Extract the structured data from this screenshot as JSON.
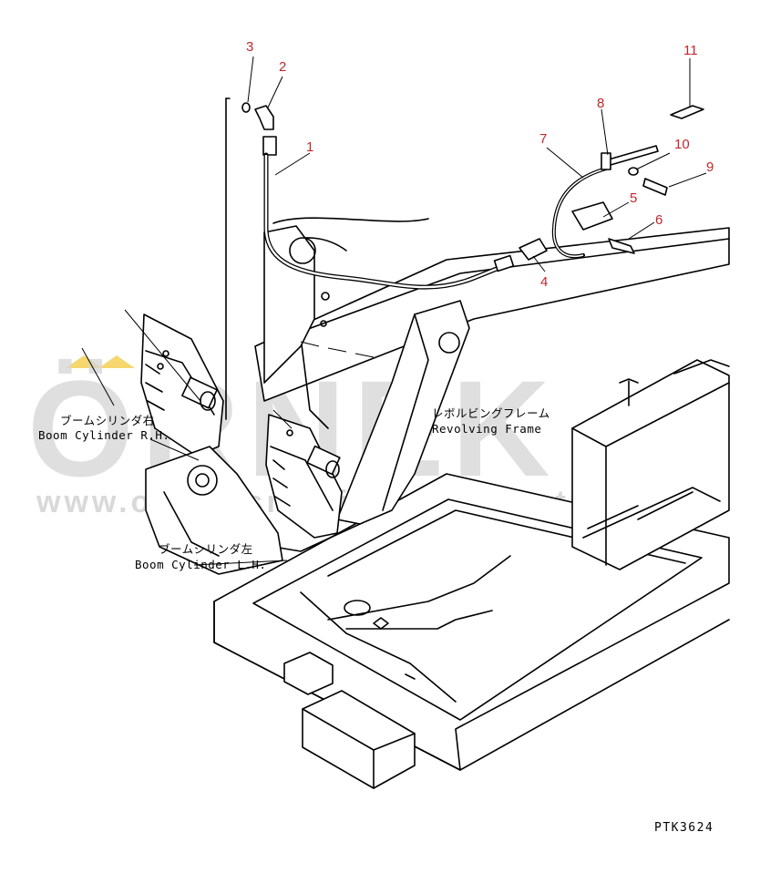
{
  "watermark": {
    "logo_text": "ÖRNEK",
    "url": "www.ornekismakinalari.com.tr",
    "accent_color": "#f5d76e",
    "text_color": "#d4d4d4"
  },
  "part_numbers": [
    "1",
    "2",
    "3",
    "4",
    "5",
    "6",
    "7",
    "8",
    "9",
    "10",
    "11"
  ],
  "labels": {
    "boom_rh_jp": "ブームシリンダ右",
    "boom_rh_en": "Boom Cylinder R.H.",
    "boom_lh_jp": "ブームシリンダ左",
    "boom_lh_en": "Boom Cylinder L.H.",
    "frame_jp": "レボルビングフレーム",
    "frame_en": "Revolving Frame"
  },
  "drawing_code": "PTK3624",
  "colors": {
    "part_number": "#c0272d",
    "line": "#000000"
  }
}
